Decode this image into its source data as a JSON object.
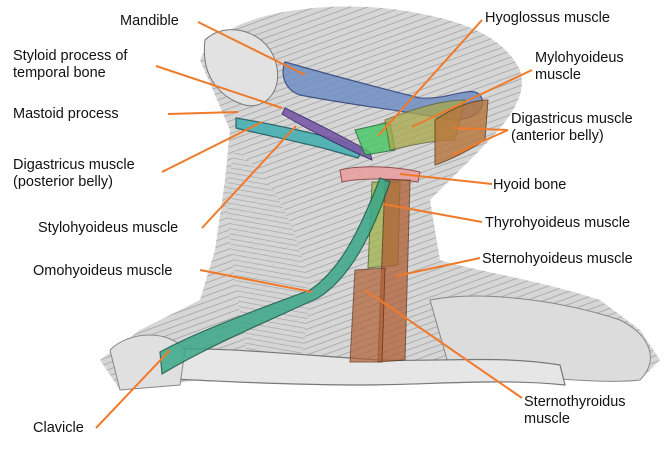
{
  "labels": {
    "mandible": "Mandible",
    "styloid": "Styloid process of\ntemporal bone",
    "mastoid": "Mastoid process",
    "digastric_post": "Digastricus muscle\n(posterior belly)",
    "stylohyoid": "Stylohyoideus muscle",
    "omohyoid": "Omohyoideus muscle",
    "clavicle": "Clavicle",
    "hyoglossus": "Hyoglossus muscle",
    "mylohyoid": "Mylohyoideus\nmuscle",
    "digastric_ant": "Digastricus muscle\n(anterior belly)",
    "hyoid": "Hyoid bone",
    "thyrohyoid": "Thyrohyoideus muscle",
    "sternohyoid": "Sternohyoideus muscle",
    "sternothyroid": "Sternothyroidus\nmuscle"
  },
  "colors": {
    "leader": "#f07a2a",
    "mandible": "#6f8fc4",
    "digastric": "#48b0b3",
    "stylohyoid": "#7a5aa8",
    "hyoglossus": "#4cc76a",
    "mylohyoid": "#a8a84a",
    "digastric_ant": "#b8753a",
    "hyoid": "#e8a1a0",
    "thyrohyoid": "#9fb24a",
    "sternohyoid": "#b06035",
    "omohyoid": "#3aa88a",
    "skin": "#d8d8d8"
  }
}
